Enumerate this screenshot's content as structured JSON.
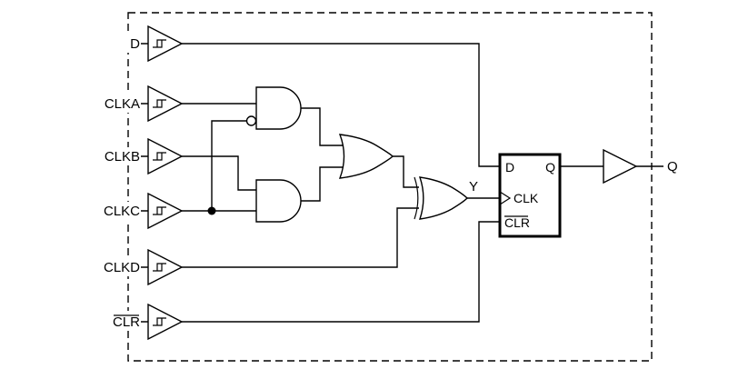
{
  "diagram": {
    "type": "logic-circuit",
    "colors": {
      "line": "#000000",
      "background": "#ffffff"
    },
    "inputs": [
      {
        "label": "D",
        "overline": false
      },
      {
        "label": "CLKA",
        "overline": false
      },
      {
        "label": "CLKB",
        "overline": false
      },
      {
        "label": "CLKC",
        "overline": false
      },
      {
        "label": "CLKD",
        "overline": false
      },
      {
        "label": "CLR",
        "overline": true
      }
    ],
    "net_labels": {
      "xor_output": "Y"
    },
    "flip_flop": {
      "d_label": "D",
      "q_label": "Q",
      "clk_label": "CLK",
      "clr_label": "CLR",
      "clr_overline": true
    },
    "output": {
      "label": "Q"
    }
  }
}
